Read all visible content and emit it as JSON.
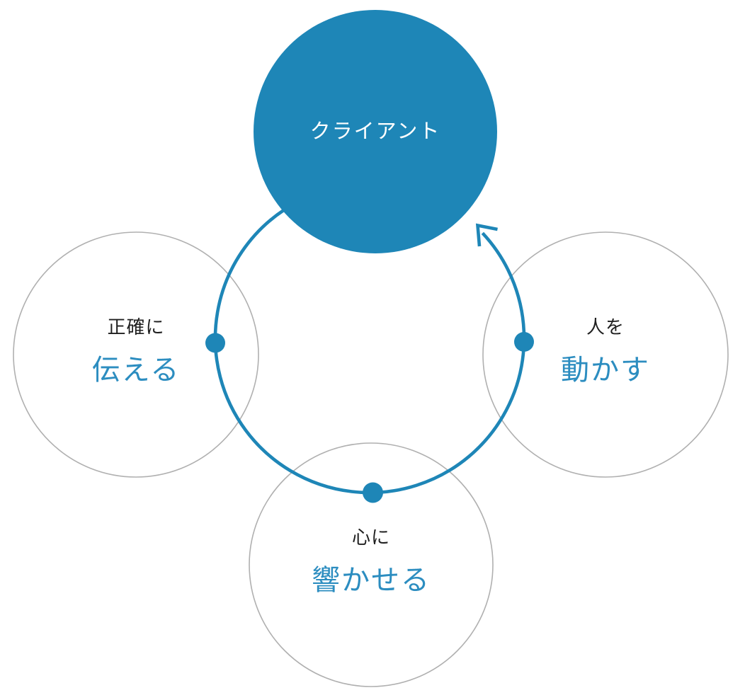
{
  "diagram": {
    "type": "cycle-diagram",
    "colors": {
      "accent": "#1e86b7",
      "blue_text": "#2c8dc0",
      "dark_text": "#1f1f1f",
      "outline_gray": "#b0b0b0",
      "top_label_text": "#ffffff",
      "background": "#ffffff"
    },
    "nodes": {
      "top": {
        "label": "クライアント"
      },
      "left": {
        "line1": "正確に",
        "line2": "伝える"
      },
      "right": {
        "line1": "人を",
        "line2": "動かす"
      },
      "bottom": {
        "line1": "心に",
        "line2": "響かせる"
      }
    }
  }
}
